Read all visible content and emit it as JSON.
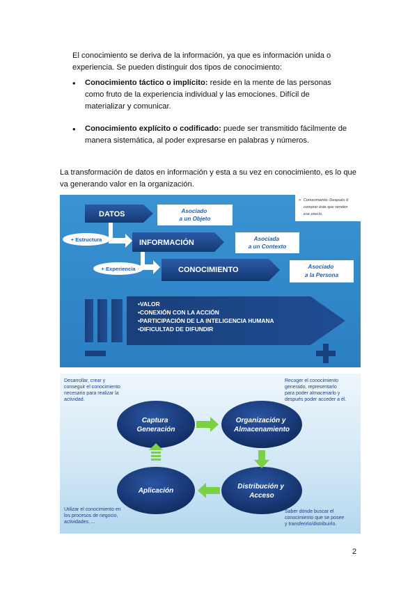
{
  "doc": {
    "intro": "El conocimiento se deriva de la información, ya que es información unida o experiencia. Se pueden distinguir dos tipos de conocimiento:",
    "bullets": [
      {
        "term": "Conocimiento táctico o implícito:",
        "text": " reside en la mente de las personas como fruto de la experiencia individual y las emociones. Difícil de materializar y comunicar."
      },
      {
        "term": "Conocimiento explícito o codificado:",
        "text": " puede ser transmitido fácilmente de manera sistemática, al poder expresarse en palabras y números."
      }
    ],
    "transition": "La transformación de datos en información y esta a su vez en conocimiento, es lo que va generando valor en la organización.",
    "page_number": "2"
  },
  "fig1": {
    "datos": "DATOS",
    "informacion": "INFORMACIÓN",
    "conocimiento": "CONOCIMIENTO",
    "box_objeto": [
      "Asociado",
      "a un Objeto"
    ],
    "box_contexto": [
      "Asociada",
      "a un Contexto"
    ],
    "box_persona": [
      "Asociado",
      "a la Persona"
    ],
    "estructura": "+ Estructura",
    "experiencia": "+ Experiencia",
    "note": [
      "Conocimiento: Después d",
      "comprar éste que venden",
      "ese precio."
    ],
    "value_list": [
      "•VALOR",
      "•CONEXIÓN CON LA ACCIÓN",
      "•PARTICIPACIÓN DE LA INTELIGENCIA HUMANA",
      "•DIFICULTAD DE DIFUNDIR"
    ],
    "colors": {
      "bg": "#2e87c9",
      "arrow": "#17417e",
      "arrow_light": "#2657a0",
      "box_text": "#1f5fb0"
    }
  },
  "fig2": {
    "node_captura": [
      "Captura",
      "Generación"
    ],
    "node_organizacion": [
      "Organización y",
      "Almacenamiento"
    ],
    "node_distribucion": [
      "Distribución y",
      "Acceso"
    ],
    "node_aplicacion": [
      "Aplicación"
    ],
    "note_tl": [
      "Desarrollar, crear y",
      "conseguir el conocimiento",
      "necesario para realizar la",
      "actividad."
    ],
    "note_tr": [
      "Recoger el conocimiento",
      "generado, representarlo",
      "para poder almacenarlo y",
      "después poder acceder a él."
    ],
    "note_bl": [
      "Utilizar el conocimiento en",
      "los procesos de negocio,",
      "actividades, ..."
    ],
    "note_br": [
      "Saber dónde buscar el",
      "conocimiento que se posee",
      "y transferirlo/distribuirlo."
    ],
    "colors": {
      "bg_top": "#eaf4fb",
      "bg_bottom": "#bcdcf0",
      "node": "#12306b",
      "arrow": "#7ad143",
      "note": "#1f3f86"
    }
  }
}
